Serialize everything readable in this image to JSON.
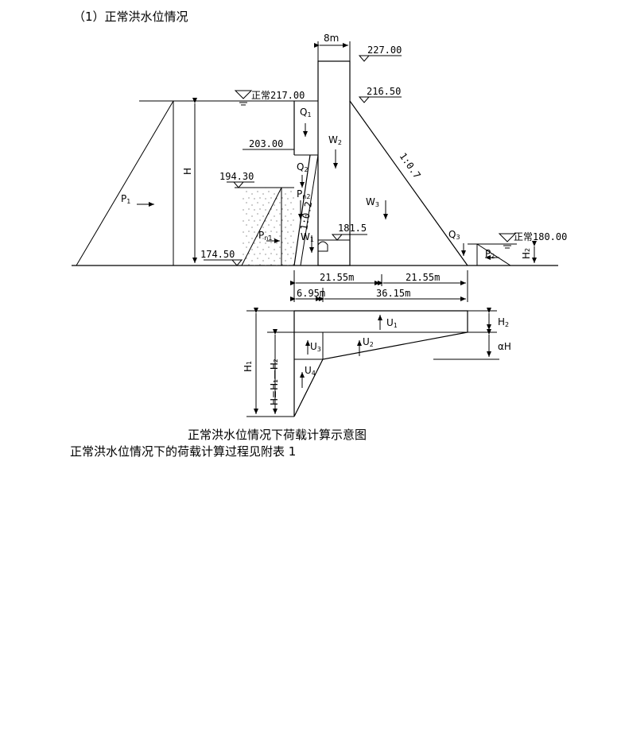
{
  "heading": "（1）正常洪水位情况",
  "caption": "正常洪水位情况下荷载计算示意图",
  "note": "正常洪水位情况下的荷载计算过程见附表 1",
  "diagram": {
    "crest_width": "8m",
    "elev_crest": "227.00",
    "elev_216": "216.50",
    "elev_upstream": "正常217.00",
    "elev_203": "203.00",
    "elev_194": "194.30",
    "elev_181": "181.5",
    "elev_174": "174.50",
    "elev_downstream": "正常180.00",
    "slope_down": "1:0.7",
    "slope_up": "1:0.2",
    "H": "H",
    "H_sub": "1",
    "H2": "H",
    "H2_sub": "2",
    "H_eq": "H=H₁—H₂",
    "alphaH": "αH",
    "dim_half1": "21.55m",
    "dim_half2": "21.55m",
    "dim_toe": "6.95m",
    "dim_rest": "36.15m",
    "P1": "P",
    "P1_sub": "1",
    "P2": "P",
    "P2_sub": "2",
    "Pn1": "P",
    "Pn1_sub": "n1",
    "Pn2": "P",
    "Pn2_sub": "n2",
    "Q1": "Q",
    "Q1_sub": "1",
    "Q2": "Q",
    "Q2_sub": "2",
    "Q3": "Q",
    "Q3_sub": "3",
    "W1": "W",
    "W1_sub": "1",
    "W2": "W",
    "W2_sub": "2",
    "W3": "W",
    "W3_sub": "3",
    "U1": "U",
    "U1_sub": "1",
    "U2": "U",
    "U2_sub": "2",
    "U3": "U",
    "U3_sub": "3",
    "U4": "U",
    "U4_sub": "4"
  }
}
